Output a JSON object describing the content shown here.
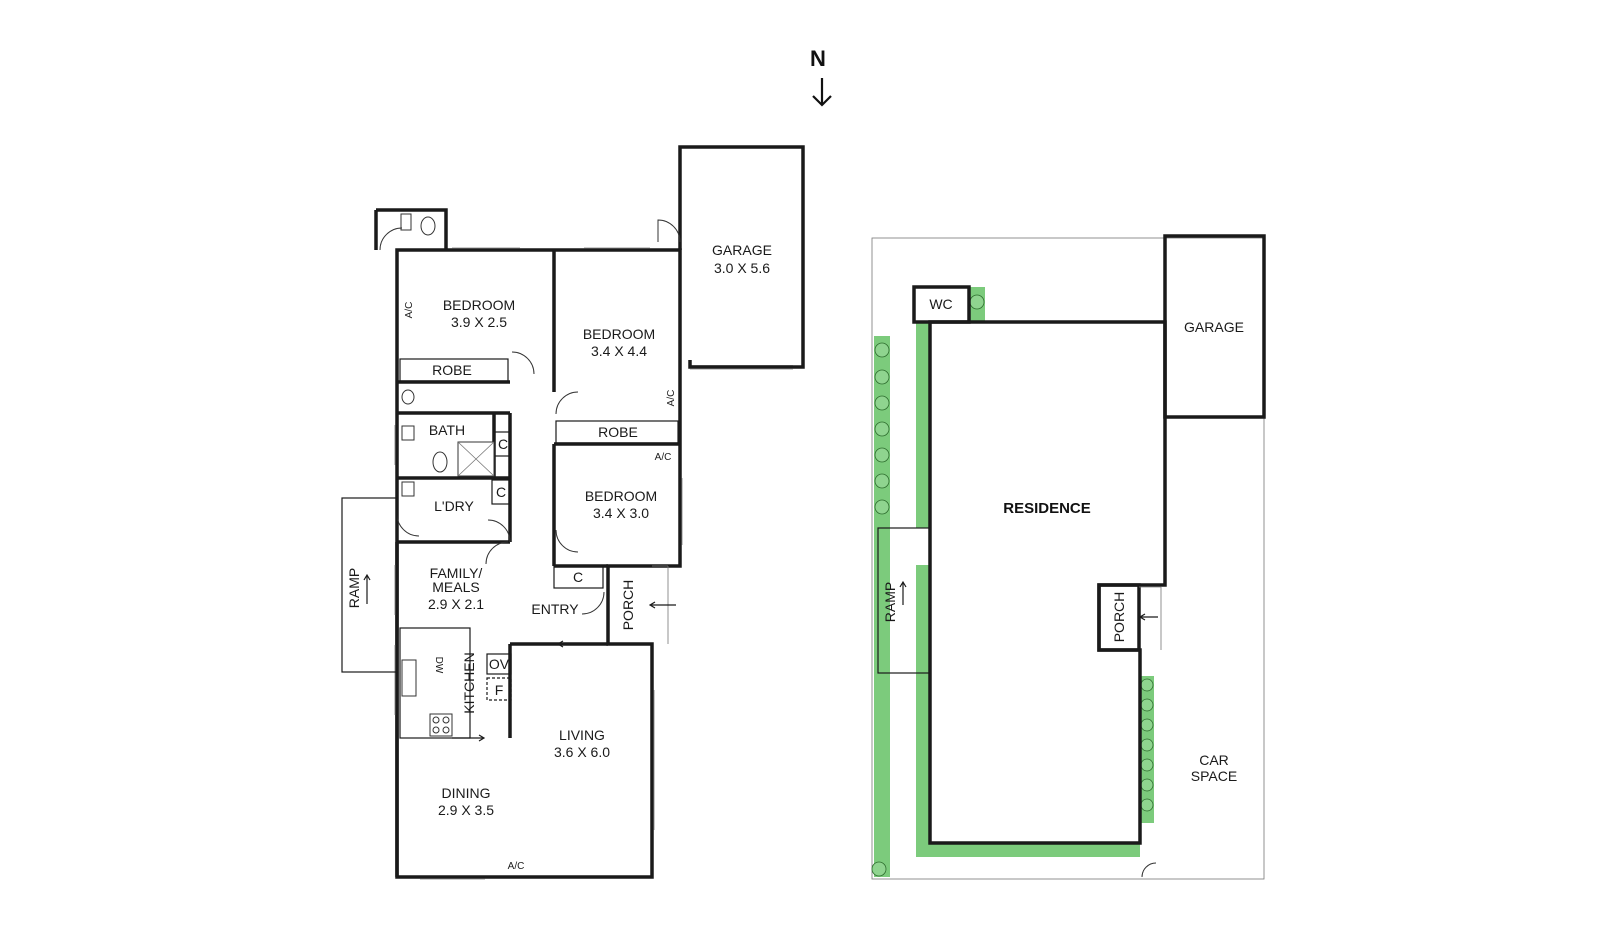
{
  "compass": {
    "label": "N"
  },
  "floor_plan": {
    "rooms": [
      {
        "id": "bedroom1",
        "name": "BEDROOM",
        "size": "3.9 X 2.5"
      },
      {
        "id": "bedroom2",
        "name": "BEDROOM",
        "size": "3.4 X 4.4"
      },
      {
        "id": "bedroom3",
        "name": "BEDROOM",
        "size": "3.4 X 3.0"
      },
      {
        "id": "garage",
        "name": "GARAGE",
        "size": "3.0 X 5.6"
      },
      {
        "id": "family",
        "name": "FAMILY/",
        "name2": "MEALS",
        "size": "2.9 X 2.1"
      },
      {
        "id": "living",
        "name": "LIVING",
        "size": "3.6 X 6.0"
      },
      {
        "id": "dining",
        "name": "DINING",
        "size": "2.9 X 3.5"
      }
    ],
    "labels": {
      "robe": "ROBE",
      "bath": "BATH",
      "laundry": "L'DRY",
      "cupboard": "C",
      "entry": "ENTRY",
      "porch": "PORCH",
      "ramp": "RAMP",
      "kitchen": "KITCHEN",
      "oven": "OV",
      "fridge": "F",
      "dishwasher": "DW",
      "ac": "A/C"
    }
  },
  "site_plan": {
    "labels": {
      "wc": "WC",
      "garage": "GARAGE",
      "residence": "RESIDENCE",
      "ramp": "RAMP",
      "porch": "PORCH",
      "car": "CAR",
      "space": "SPACE"
    }
  }
}
